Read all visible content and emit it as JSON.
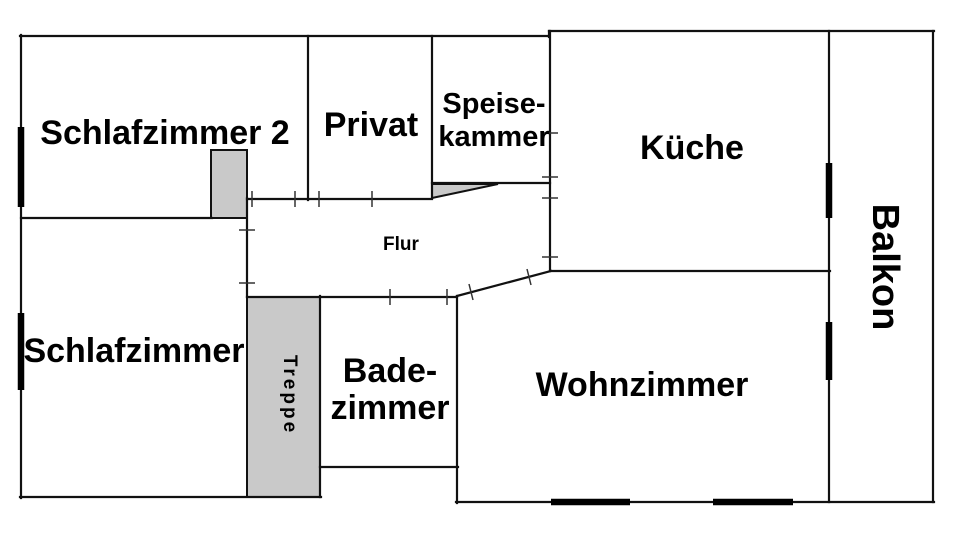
{
  "floorplan": {
    "type": "apartment-floor-plan",
    "rooms": {
      "schlafzimmer2": {
        "label": "Schlafzimmer 2"
      },
      "privat": {
        "label": "Privat"
      },
      "speisekammer": {
        "line1": "Speise-",
        "line2": "kammer"
      },
      "kueche": {
        "label": "Küche"
      },
      "balkon": {
        "label": "Balkon"
      },
      "flur": {
        "label": "Flur"
      },
      "schlafzimmer": {
        "label": "Schlafzimmer"
      },
      "treppe": {
        "label": "Treppe"
      },
      "badezimmer": {
        "line1": "Bade-",
        "line2": "zimmer"
      },
      "wohnzimmer": {
        "label": "Wohnzimmer"
      }
    },
    "colors": {
      "wall": "#111111",
      "shaded_fill": "#c9c9c9",
      "background": "#ffffff",
      "text": "#000000"
    }
  }
}
